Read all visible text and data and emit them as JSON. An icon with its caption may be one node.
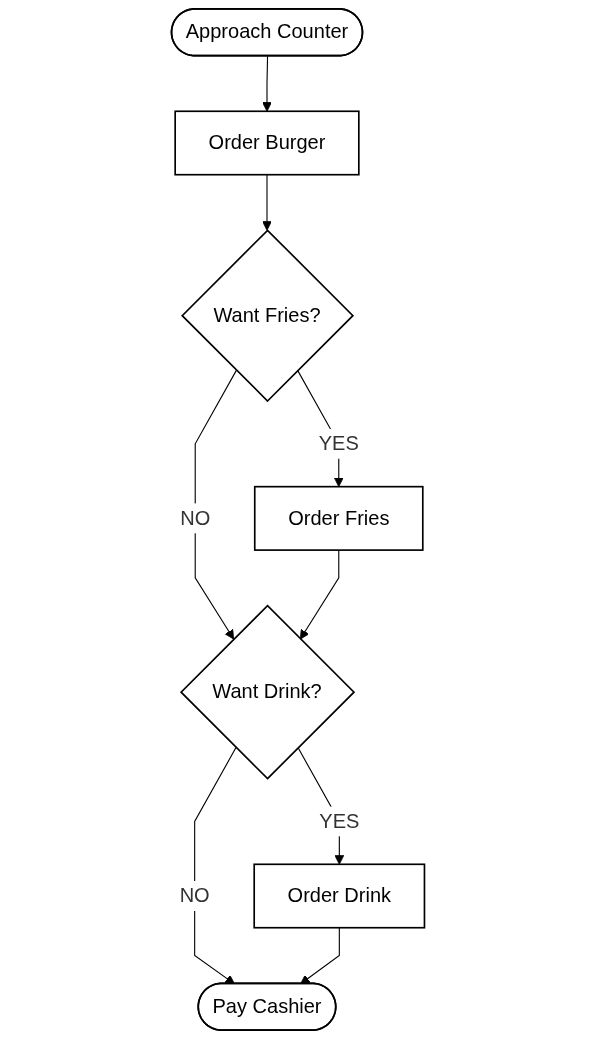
{
  "diagram": {
    "nodes": [
      {
        "text": [
          "Approach Counter"
        ]
      },
      {
        "text": [
          "Order Burger"
        ]
      },
      {
        "text": [
          "Want Fries?"
        ]
      },
      {
        "text": [
          "Order Fries"
        ]
      },
      {
        "text": [
          "Want Drink?"
        ]
      },
      {
        "text": [
          "Order Drink"
        ]
      },
      {
        "text": [
          "Pay Cashier"
        ]
      }
    ],
    "edges": [
      {
        "from": 0,
        "to": 1,
        "arrow": "to"
      },
      {
        "from": 1,
        "to": 2,
        "arrow": "to"
      },
      {
        "from": 2,
        "to": 3,
        "arrow": "to",
        "label": "YES"
      },
      {
        "from": 2,
        "to": 4,
        "arrow": "to",
        "label": "NO"
      },
      {
        "from": 3,
        "to": 4,
        "arrow": "to"
      },
      {
        "from": 4,
        "to": 5,
        "arrow": "to",
        "label": "YES"
      },
      {
        "from": 4,
        "to": 6,
        "arrow": "to",
        "label": "NO"
      },
      {
        "from": 5,
        "to": 6,
        "arrow": "to"
      }
    ]
  }
}
